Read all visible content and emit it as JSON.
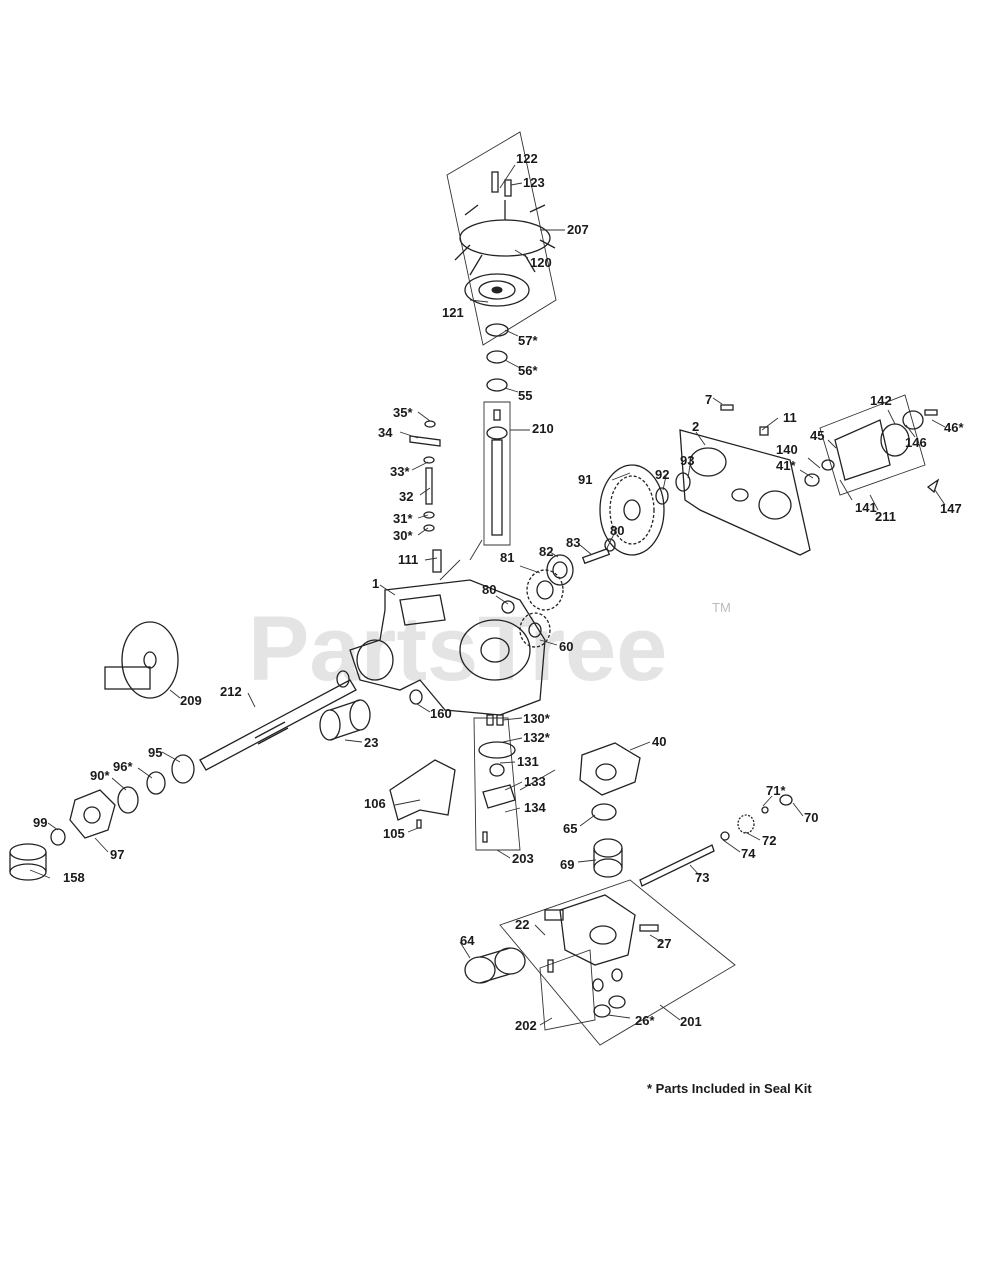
{
  "watermark": {
    "text": "PartsTree",
    "trademark": "TM"
  },
  "footnote": "* Parts Included in Seal Kit",
  "labels": [
    "122",
    "123",
    "207",
    "120",
    "121",
    "57*",
    "56*",
    "55",
    "210",
    "35*",
    "34",
    "33*",
    "32",
    "31*",
    "30*",
    "111",
    "1",
    "7",
    "11",
    "2",
    "93",
    "92",
    "91",
    "140",
    "41*",
    "45",
    "142",
    "46*",
    "146",
    "141",
    "211",
    "147",
    "80",
    "83",
    "82",
    "81",
    "80",
    "60",
    "209",
    "212",
    "23",
    "160",
    "130*",
    "132*",
    "131",
    "133",
    "134",
    "106",
    "105",
    "203",
    "95",
    "96*",
    "90*",
    "99",
    "97",
    "158",
    "40",
    "65",
    "69",
    "73",
    "74",
    "71*",
    "72",
    "70",
    "22",
    "27",
    "64",
    "202",
    "26*",
    "201"
  ]
}
